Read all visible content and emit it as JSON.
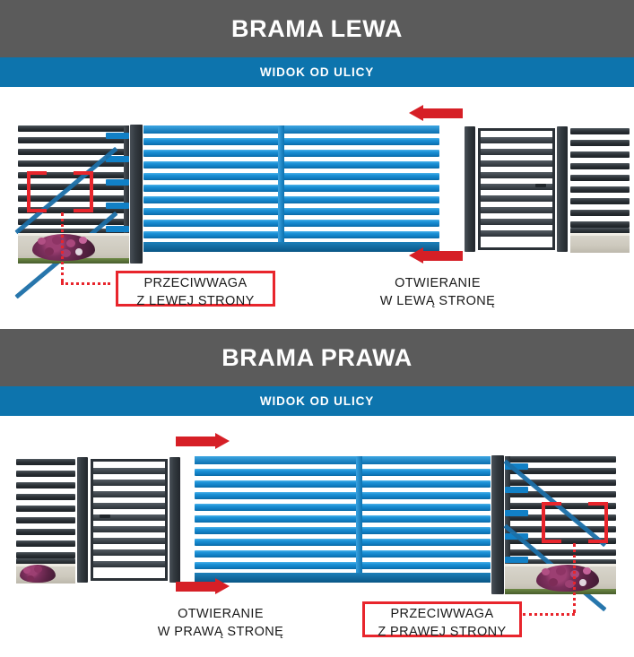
{
  "sections": [
    {
      "id": "brama-lewa",
      "title": "BRAMA LEWA",
      "subtitle": "WIDOK OD ULICY",
      "counterweight_label_line1": "PRZECIWWAGA",
      "counterweight_label_line2": "Z LEWEJ STRONY",
      "opening_label_line1": "OTWIERANIE",
      "opening_label_line2": "W LEWĄ STRONĘ",
      "arrow_direction": "left",
      "counterweight_side": "left",
      "gate_side": "left"
    },
    {
      "id": "brama-prawa",
      "title": "BRAMA PRAWA",
      "subtitle": "WIDOK OD ULICY",
      "counterweight_label_line1": "PRZECIWWAGA",
      "counterweight_label_line2": "Z PRAWEJ STRONY",
      "opening_label_line1": "OTWIERANIE",
      "opening_label_line2": "W PRAWĄ STRONĘ",
      "arrow_direction": "right",
      "counterweight_side": "right",
      "gate_side": "right"
    }
  ],
  "colors": {
    "header_gray": "#5b5b5b",
    "header_blue": "#0d74ad",
    "gate_blue": "#1180c6",
    "annotation_red": "#e8252c",
    "arrow_red": "#d61f26",
    "fence_dark": "#2a3036"
  },
  "icons": {
    "arrow_left": "arrow-left-icon",
    "arrow_right": "arrow-right-icon",
    "handle": "gate-handle-icon"
  }
}
